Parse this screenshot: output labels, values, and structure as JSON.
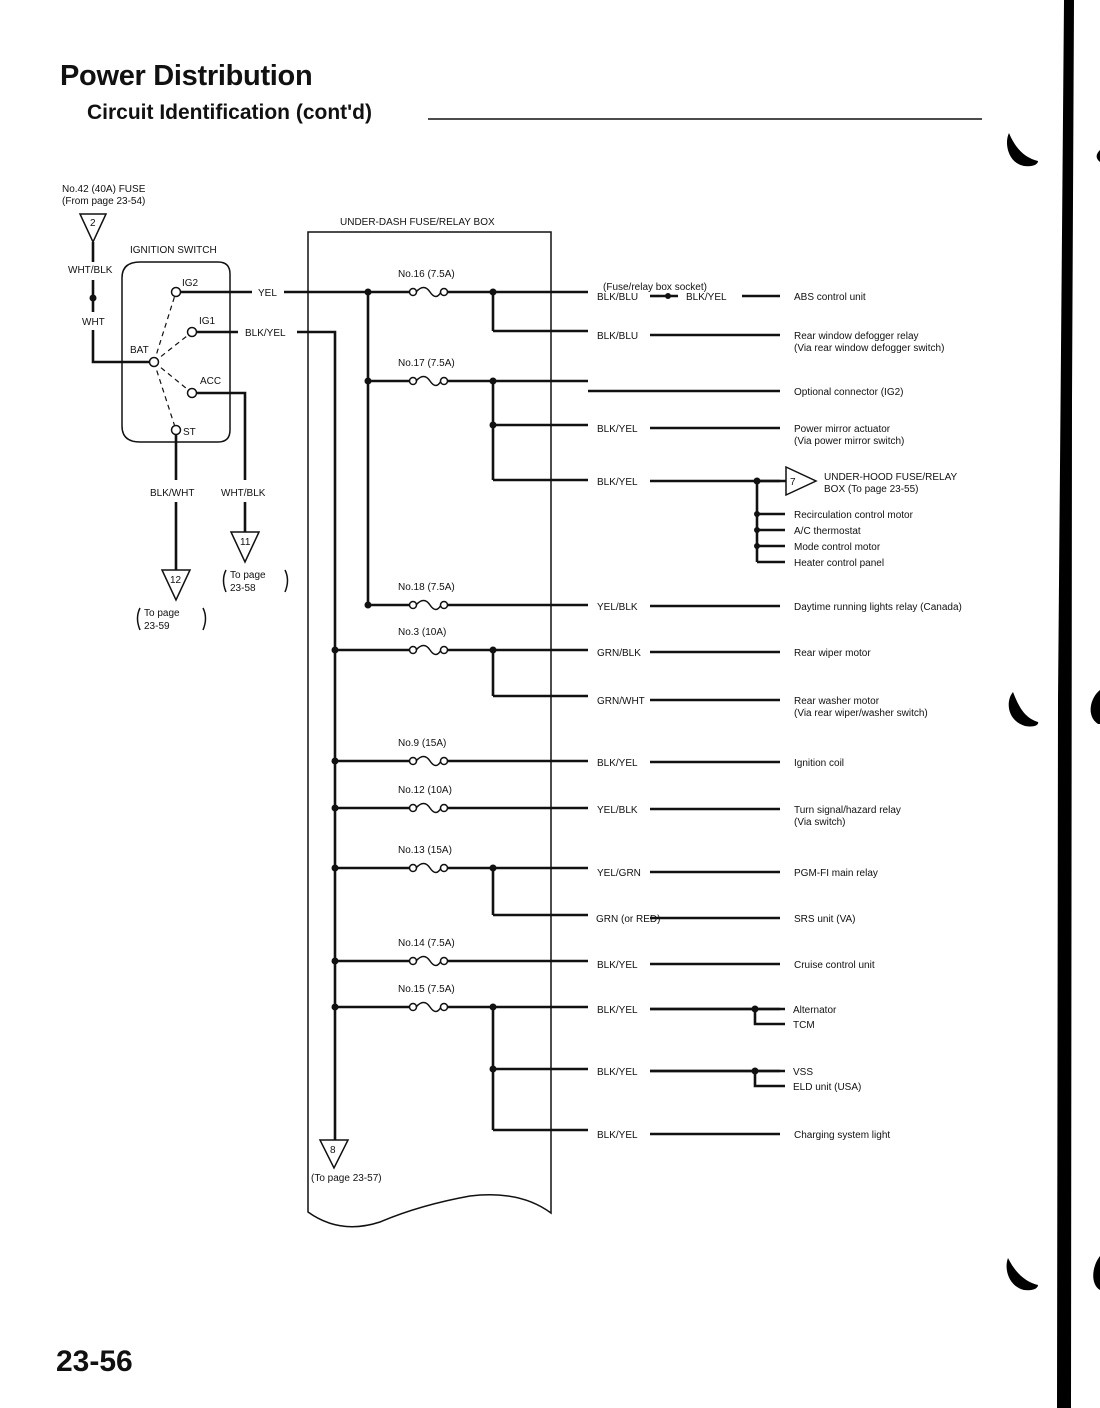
{
  "page": {
    "title": "Power Distribution",
    "subtitle": "Circuit Identification (cont'd)",
    "page_number": "23-56"
  },
  "source": {
    "fuse_label": "No.42 (40A) FUSE",
    "from_page": "(From page 23-54)",
    "connector_number": "2",
    "wire_upper": "WHT/BLK",
    "wire_lower": "WHT"
  },
  "ignition_switch": {
    "label": "IGNITION SWITCH",
    "terminals": [
      "IG2",
      "IG1",
      "BAT",
      "ACC",
      "ST"
    ],
    "outputs": {
      "ig2_wire": "YEL",
      "ig1_wire": "BLK/YEL",
      "st_wire": "BLK/WHT",
      "acc_wire": "WHT/BLK"
    },
    "st_connector": {
      "number": "12",
      "page_line1": "To page",
      "page_line2": "23-59"
    },
    "acc_connector": {
      "number": "11",
      "page_line1": "To page",
      "page_line2": "23-58"
    }
  },
  "fuse_box": {
    "label": "UNDER-DASH FUSE/RELAY BOX",
    "bottom_connector": {
      "number": "8",
      "page": "(To page 23-57)"
    },
    "socket_note": "(Fuse/relay box socket)",
    "fuses": [
      {
        "name": "No.16 (7.5A)"
      },
      {
        "name": "No.17 (7.5A)"
      },
      {
        "name": "No.18 (7.5A)"
      },
      {
        "name": "No.3 (10A)"
      },
      {
        "name": "No.9 (15A)"
      },
      {
        "name": "No.12 (10A)"
      },
      {
        "name": "No.13 (15A)"
      },
      {
        "name": "No.14 (7.5A)"
      },
      {
        "name": "No.15 (7.5A)"
      }
    ]
  },
  "circuits": [
    {
      "wire": "BLK/BLU",
      "wire2": "BLK/YEL",
      "load": "ABS control unit"
    },
    {
      "wire": "BLK/BLU",
      "load": "Rear window defogger relay",
      "load2": "(Via rear window defogger switch)"
    },
    {
      "wire": "",
      "load": "Optional connector (IG2)"
    },
    {
      "wire": "BLK/YEL",
      "load": "Power mirror actuator",
      "load2": "(Via power mirror switch)"
    },
    {
      "wire": "BLK/YEL",
      "connector_number": "7",
      "load": "UNDER-HOOD FUSE/RELAY",
      "load2": "BOX (To page 23-55)",
      "branches": [
        "Recirculation control motor",
        "A/C thermostat",
        "Mode control motor",
        "Heater control panel"
      ]
    },
    {
      "wire": "YEL/BLK",
      "load": "Daytime running lights relay (Canada)"
    },
    {
      "wire": "GRN/BLK",
      "load": "Rear wiper motor"
    },
    {
      "wire": "GRN/WHT",
      "load": "Rear washer motor",
      "load2": "(Via rear wiper/washer switch)"
    },
    {
      "wire": "BLK/YEL",
      "load": "Ignition coil"
    },
    {
      "wire": "YEL/BLK",
      "load": "Turn signal/hazard relay",
      "load2": "(Via switch)"
    },
    {
      "wire": "YEL/GRN",
      "load": "PGM-FI main relay"
    },
    {
      "wire": "GRN (or RED)",
      "load": "SRS unit (VA)"
    },
    {
      "wire": "BLK/YEL",
      "load": "Cruise control unit"
    },
    {
      "wire": "BLK/YEL",
      "branches": [
        "Alternator",
        "TCM"
      ]
    },
    {
      "wire": "BLK/YEL",
      "branches": [
        "VSS",
        "ELD unit (USA)"
      ]
    },
    {
      "wire": "BLK/YEL",
      "load": "Charging system light"
    }
  ]
}
